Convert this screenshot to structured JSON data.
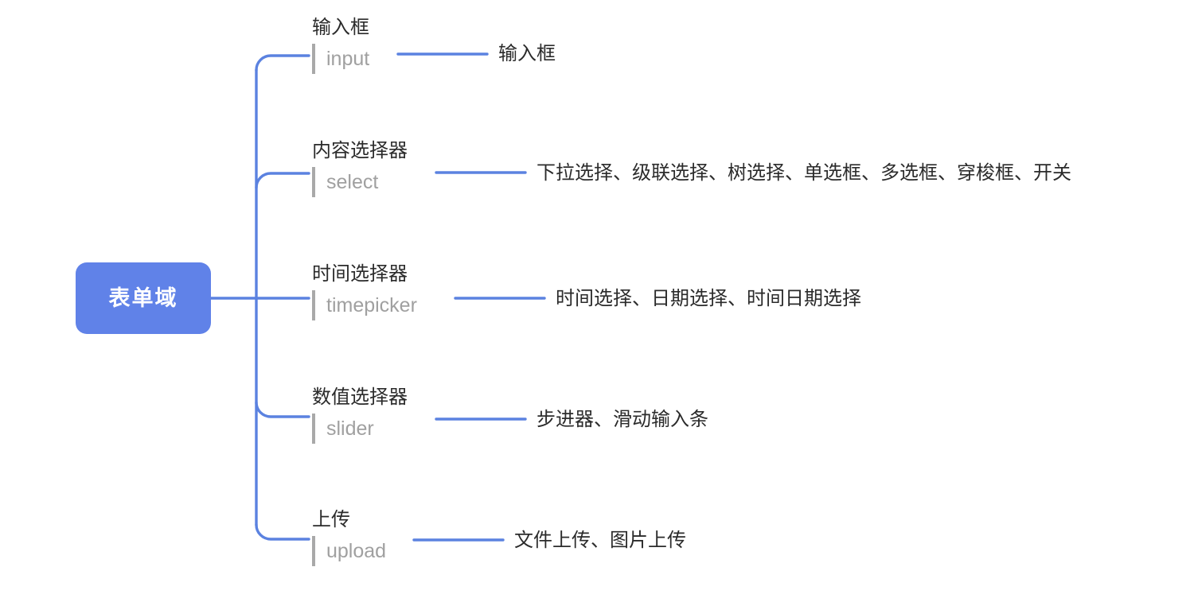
{
  "diagram": {
    "type": "mindmap",
    "title": "表单域",
    "root": {
      "label": "表单域",
      "color": "#6082e8",
      "text_color": "#ffffff"
    },
    "line_color": "#5b82e0",
    "title_color": "#2b2b2b",
    "subtitle_color": "#a0a0a0",
    "branches": [
      {
        "title": "输入框",
        "subtitle": "input",
        "leaf": "输入框"
      },
      {
        "title": "内容选择器",
        "subtitle": "select",
        "leaf": "下拉选择、级联选择、树选择、单选框、多选框、穿梭框、开关"
      },
      {
        "title": "时间选择器",
        "subtitle": "timepicker",
        "leaf": "时间选择、日期选择、时间日期选择"
      },
      {
        "title": "数值选择器",
        "subtitle": "slider",
        "leaf": "步进器、滑动输入条"
      },
      {
        "title": "上传",
        "subtitle": "upload",
        "leaf": "文件上传、图片上传"
      }
    ]
  }
}
